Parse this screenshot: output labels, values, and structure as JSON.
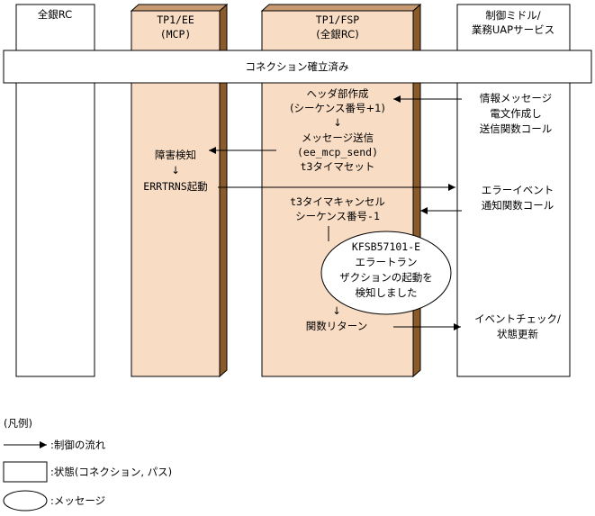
{
  "lanes": {
    "zengin_rc": "全銀RC",
    "tp1_ee_line1": "TP1/EE",
    "tp1_ee_line2": "(MCP)",
    "tp1_fsp_line1": "TP1/FSP",
    "tp1_fsp_line2": "(全銀RC)",
    "middleware_line1": "制御ミドル/",
    "middleware_line2": "業務UAPサービス"
  },
  "banner": "コネクション確立済み",
  "steps": {
    "msg_create_1": "情報メッセージ",
    "msg_create_2": "電文作成し",
    "msg_create_3": "送信関数コール",
    "header_1": "ヘッダ部作成",
    "header_2": "(シーケンス番号+1)",
    "arrow_down_1": "↓",
    "send_1": "メッセージ送信",
    "send_2": "(ee_mcp_send)",
    "send_3": "t3タイマセット",
    "fault_1": "障害検知",
    "arrow_down_fault": "↓",
    "fault_2": "ERRTRNS起動",
    "error_event_1": "エラーイベント",
    "error_event_2": "通知関数コール",
    "cancel_1": "t3タイマキャンセル",
    "cancel_2": "シーケンス番号-1",
    "bubble_1": "KFSB57101-E",
    "bubble_2": "エラートラン",
    "bubble_3": "ザクションの起動を",
    "bubble_4": "検知しました",
    "arrow_down_2": "↓",
    "func_return": "関数リターン",
    "event_check_1": "イベントチェック/",
    "event_check_2": "状態更新"
  },
  "legend": {
    "title": "(凡例)",
    "arrow_label": ":制御の流れ",
    "box_label": ":状態(コネクション, パス)",
    "ellipse_label": ":メッセージ"
  },
  "colors": {
    "lane_fill": "#f8dcc4",
    "lane_shadow": "#8a5a2a",
    "line": "#000000"
  }
}
